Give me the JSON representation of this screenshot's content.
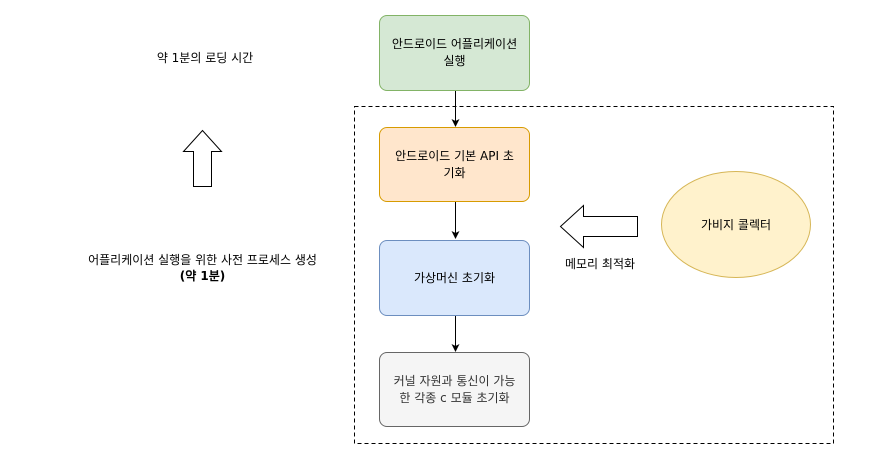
{
  "colors": {
    "green_fill": "#d5e8d4",
    "green_stroke": "#82b366",
    "orange_fill": "#ffe6cc",
    "orange_stroke": "#d79b00",
    "blue_fill": "#dae8fc",
    "blue_stroke": "#6c8ebf",
    "gray_fill": "#f5f5f5",
    "gray_stroke": "#666666",
    "yellow_fill": "#fff2cc",
    "yellow_stroke": "#d6b656",
    "line": "#000000"
  },
  "nodes": {
    "app_run": {
      "line1": "안드로이드 어플리케이션",
      "line2": "실행"
    },
    "api_init": {
      "line1": "안드로이드 기본 API 초",
      "line2": "기화"
    },
    "vm_init": {
      "line1": "가상머신 초기화"
    },
    "kernel_init": {
      "line1": "커널 자원과 통신이 가능",
      "line2": "한 각종 c 모듈 초기화"
    },
    "gc": {
      "label": "가비지 콜렉터"
    }
  },
  "labels": {
    "load_time": "약 1분의 로딩 시간",
    "preprocess_line1": "어플리케이션 실행을 위한 사전 프로세스 생성",
    "preprocess_line2": "(약 1분)",
    "memory_opt": "메모리 최적화"
  },
  "icons": {
    "up_arrow": "hollow-up-arrow-icon",
    "left_arrow": "hollow-left-arrow-icon"
  }
}
